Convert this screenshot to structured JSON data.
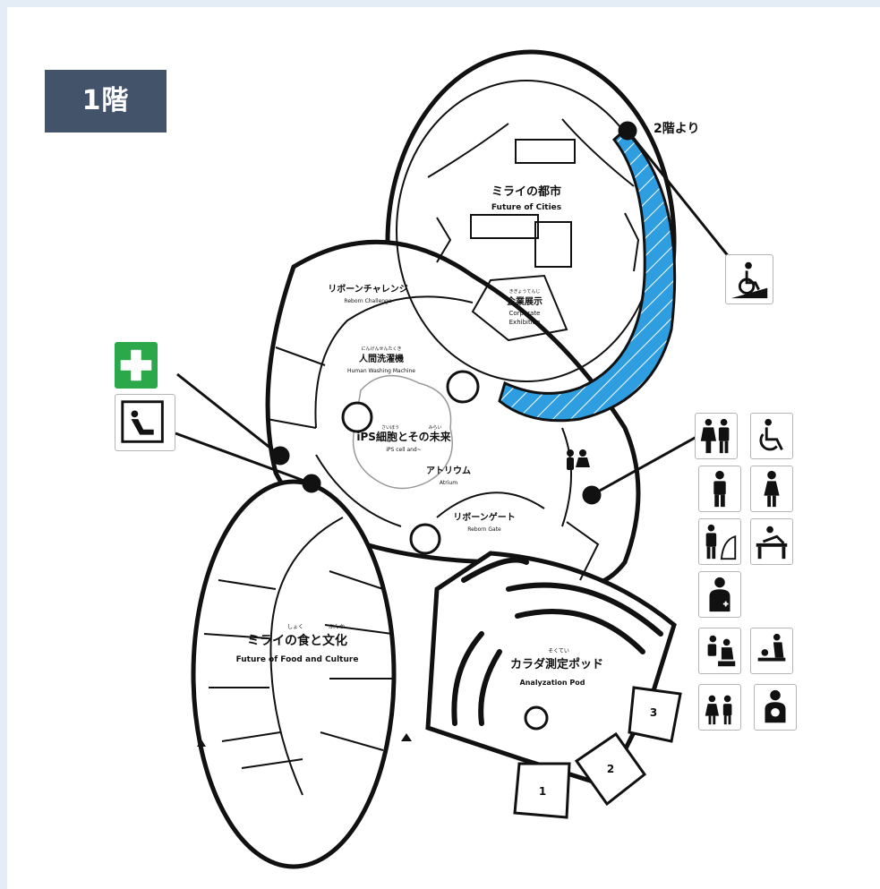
{
  "floor_label": "1階",
  "colors": {
    "ramp_fill": "#2e9ee0",
    "first_aid": "#2aa84a",
    "badge_bg": "#43536a",
    "page_bg": "#e4edf6"
  },
  "labels": {
    "from_second_floor": "2階より",
    "future_cities_jp": "ミライの都市",
    "future_cities_en": "Future of Cities",
    "corporate_furi": "きぎょうてんじ",
    "corporate_jp": "企業展示",
    "corporate_en_1": "Corporate",
    "corporate_en_2": "Exhibition",
    "reborn_challenge_jp": "リボーンチャレンジ",
    "reborn_challenge_en": "Reborn Challenge",
    "washing_furi": "にんげんせんたくき",
    "washing_jp": "人間洗濯機",
    "washing_en": "Human Washing Machine",
    "ips_furi_1": "さいぼう",
    "ips_furi_2": "みらい",
    "ips_jp": "iPS細胞とその未来",
    "ips_en": "iPS cell and~",
    "atrium_jp": "アトリウム",
    "atrium_en": "Atrium",
    "reborn_gate_jp": "リボーンゲート",
    "reborn_gate_en": "Reborn Gate",
    "food_furi_1": "しょく",
    "food_furi_2": "ぶんか",
    "food_jp": "ミライの食と文化",
    "food_en": "Future of Food and Culture",
    "pod_furi": "そくてい",
    "pod_jp": "カラダ測定ポッド",
    "pod_en": "Analyzation Pod",
    "room_1": "1",
    "room_2": "2",
    "room_3": "3"
  },
  "icons": {
    "first_aid": "first-aid-cross-icon",
    "nursing_room": "rest-seat-icon",
    "wheelchair_ramp": "wheelchair-slope-icon",
    "restroom": "restroom-map-icon",
    "facilities": [
      "all-gender-restroom-icon",
      "accessible-restroom-icon",
      "mens-restroom-icon",
      "womens-restroom-icon",
      "ostomate-icon",
      "baby-bed-icon",
      "medical-care-icon",
      "child-toilet-icon",
      "diaper-change-icon",
      "kids-restroom-icon",
      "nursing-baby-icon"
    ]
  }
}
